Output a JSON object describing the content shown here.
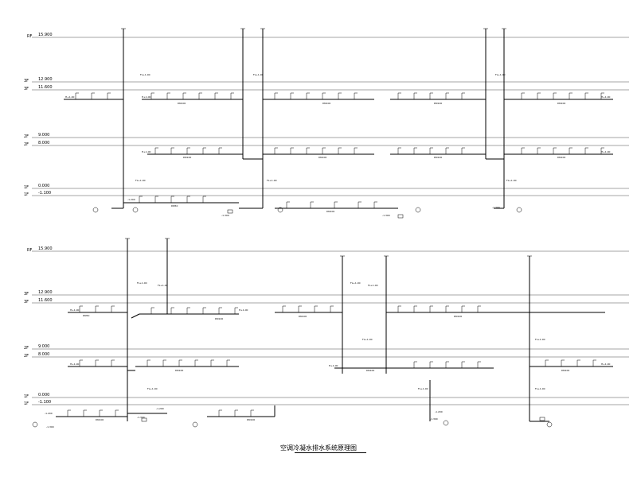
{
  "caption": "空调冷凝水排水系统原理图",
  "panels": [
    {
      "id": "top",
      "levels": [
        {
          "tag": "RF",
          "value": "15.900"
        },
        {
          "tag": "3F",
          "value": "12.900"
        },
        {
          "tag": "3F",
          "value": "11.600"
        },
        {
          "tag": "2F",
          "value": "9.000"
        },
        {
          "tag": "2F",
          "value": "8.000"
        },
        {
          "tag": "1F",
          "value": "0.000"
        },
        {
          "tag": "1F",
          "value": "-1.100"
        }
      ]
    },
    {
      "id": "bottom",
      "levels": [
        {
          "tag": "RF",
          "value": "15.900"
        },
        {
          "tag": "3F",
          "value": "12.900"
        },
        {
          "tag": "3F",
          "value": "11.600"
        },
        {
          "tag": "2F",
          "value": "9.000"
        },
        {
          "tag": "2F",
          "value": "8.000"
        },
        {
          "tag": "1F",
          "value": "0.000"
        },
        {
          "tag": "1F",
          "value": "-1.100"
        }
      ]
    }
  ],
  "pipe_labels": [
    "DN100",
    "DN50",
    "FL+1.00",
    "H+1.00",
    "-1.200",
    "-1.300"
  ]
}
